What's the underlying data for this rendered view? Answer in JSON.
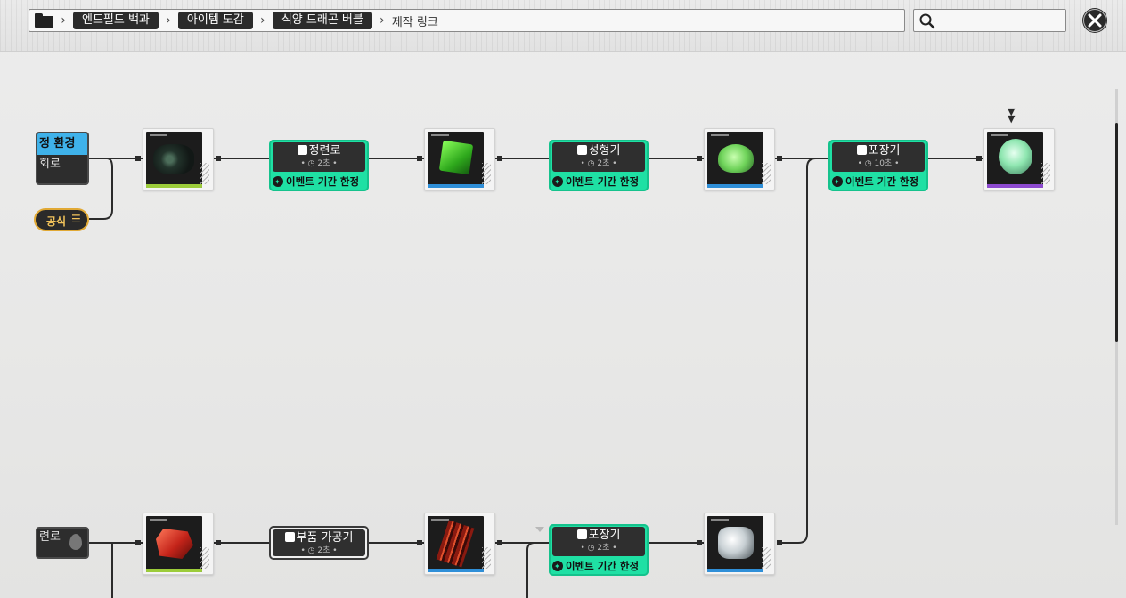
{
  "breadcrumb": {
    "items": [
      "엔드필드 백과",
      "아이템 도감",
      "식양 드래곤 버블"
    ],
    "current": "제작 링크"
  },
  "search": {
    "placeholder": "",
    "value": ""
  },
  "left_nodes": {
    "top_label_1": "정 환경",
    "top_label_2": "회로",
    "recipe_label": "공식",
    "bottom_label": "련로"
  },
  "machines": [
    {
      "name": "정련로",
      "time": "2초",
      "event": "이벤트 기간 한정"
    },
    {
      "name": "성형기",
      "time": "2초",
      "event": "이벤트 기간 한정"
    },
    {
      "name": "포장기",
      "time": "10초",
      "event": "이벤트 기간 한정"
    },
    {
      "name": "부품 가공기",
      "time": "2초",
      "event": ""
    },
    {
      "name": "포장기",
      "time": "2초",
      "event": "이벤트 기간 한정"
    }
  ],
  "items": [
    {
      "name": "ore-item",
      "rarity_color": "#9ccc3a"
    },
    {
      "name": "green-cube-item",
      "rarity_color": "#2f8fd8"
    },
    {
      "name": "green-dragon-item",
      "rarity_color": "#2f8fd8"
    },
    {
      "name": "dragon-bubble-item",
      "rarity_color": "#8d4ad0"
    },
    {
      "name": "red-crystal-item",
      "rarity_color": "#9ccc3a"
    },
    {
      "name": "red-component-item",
      "rarity_color": "#2f8fd8"
    },
    {
      "name": "white-robot-item",
      "rarity_color": "#2f8fd8"
    }
  ],
  "colors": {
    "accent": "#1fe0a4",
    "recipe": "#e1a935"
  }
}
